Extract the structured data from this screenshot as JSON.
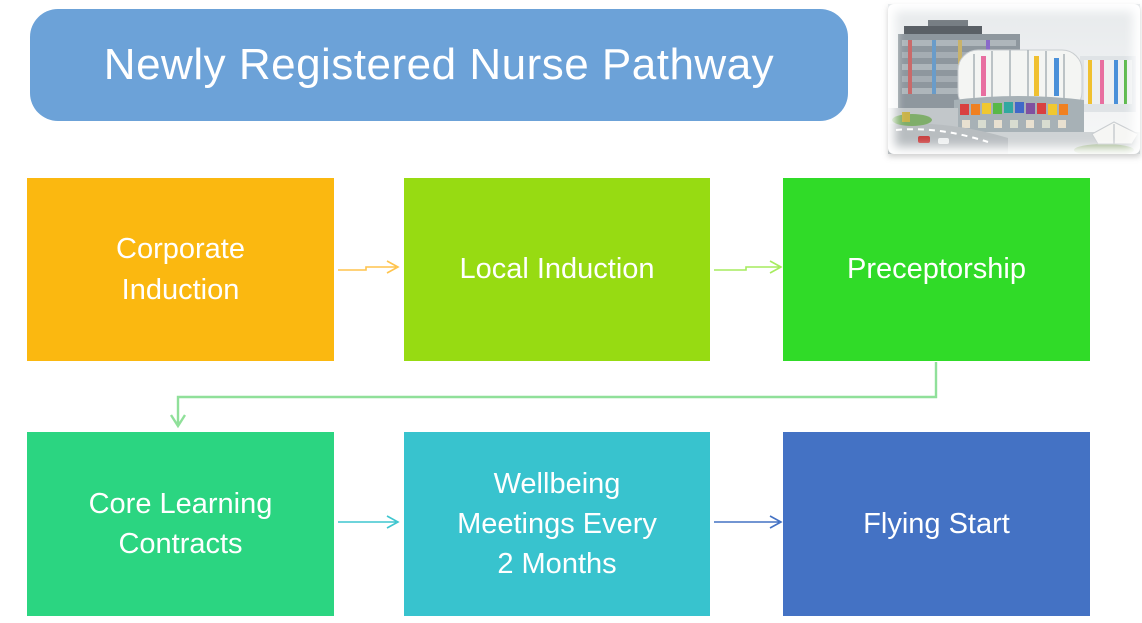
{
  "slide": {
    "title": "Newly Registered Nurse Pathway",
    "title_bg_color": "#6CA2D8",
    "title_text_color": "#FFFFFF",
    "box_text_color": "#FFFFFF",
    "background_color": "#FFFFFF"
  },
  "photo": {
    "description": "Photograph of a large modern hospital campus: tall grey tower block behind a rounded building with rows of multicoloured window panels, road and white canopy in the foreground"
  },
  "boxes": [
    {
      "label": "Corporate Induction",
      "color": "#FBB810"
    },
    {
      "label": "Local Induction",
      "color": "#97DB12"
    },
    {
      "label": "Preceptorship",
      "color": "#30DB28"
    },
    {
      "label": "Core Learning Contracts",
      "color": "#2BD581"
    },
    {
      "label": "Wellbeing Meetings Every 2 Months",
      "color": "#38C3CE"
    },
    {
      "label": "Flying Start",
      "color": "#4472C4"
    }
  ],
  "connectors": [
    {
      "from": "Corporate Induction",
      "to": "Local Induction",
      "color": "#FFC44D"
    },
    {
      "from": "Local Induction",
      "to": "Preceptorship",
      "color": "#A6EC5E"
    },
    {
      "from": "Preceptorship",
      "to": "Core Learning Contracts",
      "color": "#90E09A"
    },
    {
      "from": "Core Learning Contracts",
      "to": "Wellbeing Meetings Every 2 Months",
      "color": "#3EC6CF"
    },
    {
      "from": "Wellbeing Meetings Every 2 Months",
      "to": "Flying Start",
      "color": "#4472C4"
    }
  ]
}
